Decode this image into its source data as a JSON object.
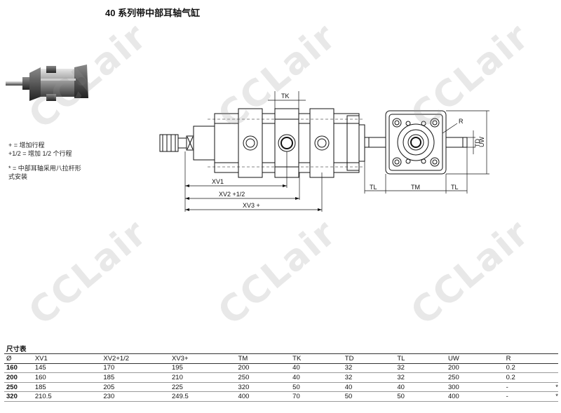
{
  "title": "40 系列带中部耳轴气缸",
  "notes": {
    "plus": "+ = 增加行程",
    "half": "+1/2 = 增加 1/2 个行程",
    "star": "* = 中部耳轴采用八拉杆形",
    "star_cont": "式安装"
  },
  "drawing_labels": {
    "tk": "TK",
    "xv1": "XV1",
    "xv2": "XV2 +1/2",
    "xv3": "XV3 +",
    "tl_left": "TL",
    "tm": "TM",
    "tl_right": "TL",
    "td": "TD",
    "uw": "UW",
    "r": "R"
  },
  "watermark": "CCLair",
  "table": {
    "caption": "尺寸表",
    "headers": [
      "Ø",
      "XV1",
      "XV2+1/2",
      "XV3+",
      "TM",
      "TK",
      "TD",
      "TL",
      "UW",
      "R",
      ""
    ],
    "rows": [
      [
        "160",
        "145",
        "170",
        "195",
        "200",
        "40",
        "32",
        "32",
        "200",
        "0.2",
        ""
      ],
      [
        "200",
        "160",
        "185",
        "210",
        "250",
        "40",
        "32",
        "32",
        "250",
        "0.2",
        ""
      ],
      [
        "250",
        "185",
        "205",
        "225",
        "320",
        "50",
        "40",
        "40",
        "300",
        "-",
        "*"
      ],
      [
        "320",
        "210.5",
        "230",
        "249.5",
        "400",
        "70",
        "50",
        "50",
        "400",
        "-",
        "*"
      ]
    ]
  }
}
